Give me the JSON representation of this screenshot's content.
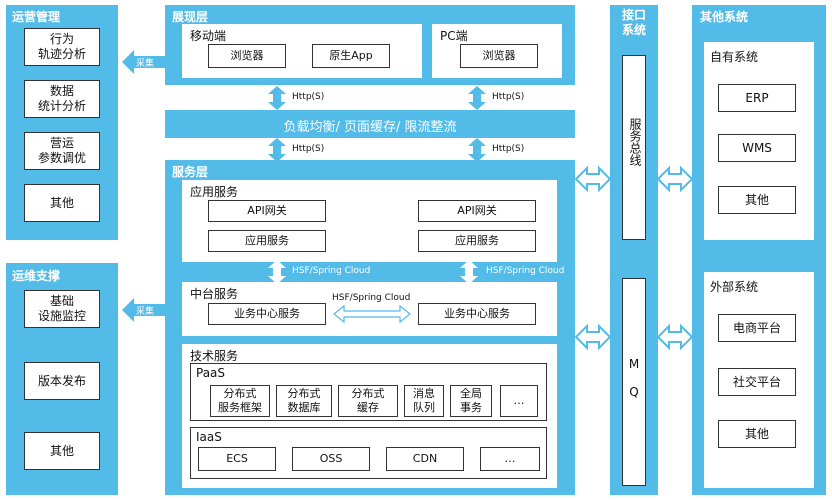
{
  "left": {
    "ops_title": "运营管理",
    "ops_items": [
      "行为\n轨迹分析",
      "数据\n统计分析",
      "营运\n参数调优",
      "其他"
    ],
    "support_title": "运维支撑",
    "support_items": [
      "基础\n设施监控",
      "版本发布",
      "其他"
    ],
    "collect_label": "采集"
  },
  "presentation": {
    "title": "展现层",
    "mobile_title": "移动端",
    "mobile_items": [
      "浏览器",
      "原生App"
    ],
    "pc_title": "PC端",
    "pc_items": [
      "浏览器"
    ],
    "http_label": "Http(S)",
    "lb_label": "负载均衡/ 页面缓存/ 限流整流"
  },
  "service": {
    "title": "服务层",
    "app_title": "应用服务",
    "api_gateway": "API网关",
    "app_service": "应用服务",
    "hsf_label": "HSF/Spring Cloud",
    "middle_title": "中台服务",
    "biz_center": "业务中心服务",
    "tech_title": "技术服务",
    "paas_title": "PaaS",
    "paas_items": [
      "分布式\n服务框架",
      "分布式\n数据库",
      "分布式\n缓存",
      "消息\n队列",
      "全局\n事务",
      "…"
    ],
    "iaas_title": "IaaS",
    "iaas_items": [
      "ECS",
      "OSS",
      "CDN",
      "…"
    ]
  },
  "interface": {
    "title": "接口\n系统",
    "bus": "服务总线",
    "mq": "M\nQ"
  },
  "other": {
    "title": "其他系统",
    "own_title": "自有系统",
    "own_items": [
      "ERP",
      "WMS",
      "其他"
    ],
    "ext_title": "外部系统",
    "ext_items": [
      "电商平台",
      "社交平台",
      "其他"
    ]
  },
  "colors": {
    "panel": "#52bbe8",
    "arrow": "#52bbe8"
  }
}
